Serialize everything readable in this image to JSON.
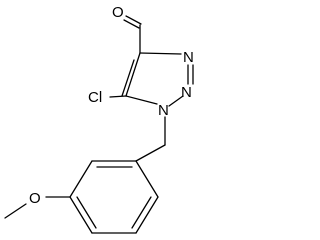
{
  "structure": {
    "atoms": [
      {
        "id": "o_aldehyde",
        "symbol": "O",
        "name": "aldehyde-oxygen-label"
      },
      {
        "id": "cl",
        "symbol": "Cl",
        "name": "chlorine-label"
      },
      {
        "id": "n1",
        "symbol": "N",
        "name": "nitrogen-n1-label"
      },
      {
        "id": "n2",
        "symbol": "N",
        "name": "nitrogen-n2-label"
      },
      {
        "id": "n3",
        "symbol": "N",
        "name": "nitrogen-n3-label"
      },
      {
        "id": "o_methoxy",
        "symbol": "O",
        "name": "methoxy-oxygen-label"
      }
    ],
    "bonds": [
      {
        "name": "aldehyde-co-double-bond",
        "order": 2
      },
      {
        "name": "aldehyde-cc-bond",
        "order": 1
      },
      {
        "name": "ring-c4-c5-double-bond",
        "order": 2
      },
      {
        "name": "ring-c4-n3-bond",
        "order": 1
      },
      {
        "name": "ring-n3-n2-double-bond",
        "order": 2
      },
      {
        "name": "ring-n2-n1-bond",
        "order": 1
      },
      {
        "name": "ring-n1-c5-bond",
        "order": 1
      },
      {
        "name": "c5-cl-bond",
        "order": 1
      },
      {
        "name": "n1-ch2-bond",
        "order": 1
      },
      {
        "name": "ch2-aryl-bond",
        "order": 1
      },
      {
        "name": "benzene-bond-1",
        "order": 2
      },
      {
        "name": "benzene-bond-2",
        "order": 1
      },
      {
        "name": "benzene-bond-3",
        "order": 2
      },
      {
        "name": "benzene-bond-4",
        "order": 1
      },
      {
        "name": "benzene-bond-5",
        "order": 2
      },
      {
        "name": "benzene-bond-6",
        "order": 1
      },
      {
        "name": "aryl-o-bond",
        "order": 1
      },
      {
        "name": "o-methyl-bond",
        "order": 1
      }
    ]
  }
}
